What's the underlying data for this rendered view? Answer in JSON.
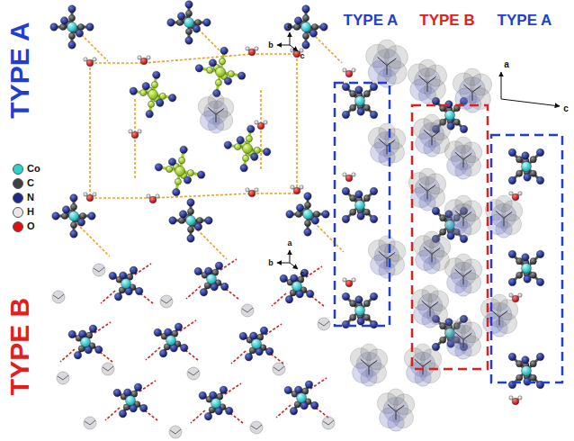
{
  "diagram": {
    "labels": [
      "TYPE A",
      "a",
      "b",
      "c",
      "TYPE B",
      "a",
      "b",
      "c",
      "TYPE A",
      "TYPE B",
      "TYPE A",
      "a",
      "c"
    ],
    "legend": [
      {
        "text": "Co",
        "color": "#2fd0d0"
      },
      {
        "text": "C",
        "color": "#404040"
      },
      {
        "text": "N",
        "color": "#1a2a8c"
      },
      {
        "text": "H",
        "color": "#e8e8e8"
      },
      {
        "text": "O",
        "color": "#e01010"
      }
    ]
  }
}
